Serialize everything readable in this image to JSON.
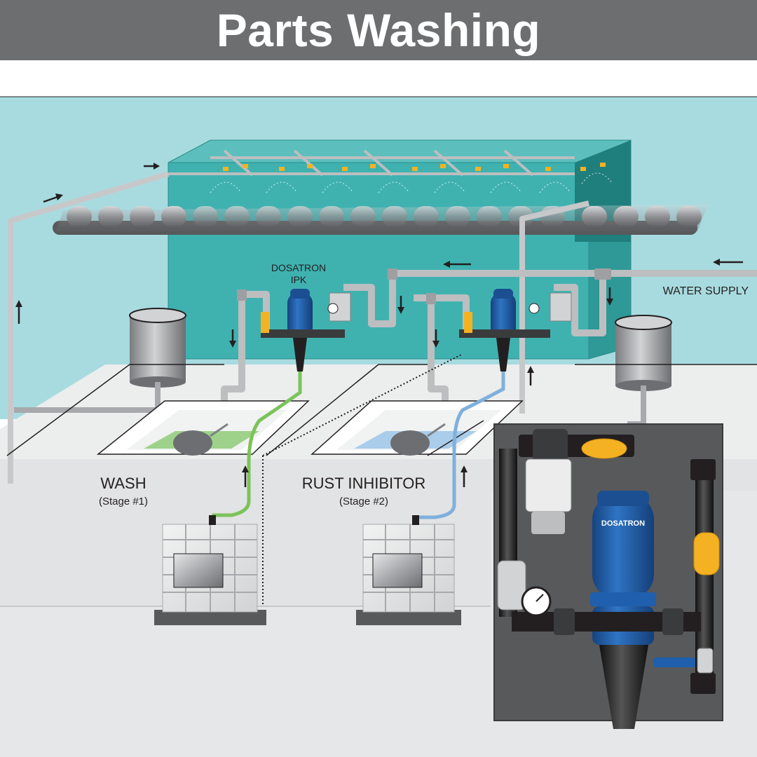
{
  "header": {
    "title": "Parts Washing"
  },
  "labels": {
    "dosatron": "DOSATRON",
    "ipk": "IPK",
    "water_supply": "WATER SUPPLY",
    "wash": "WASH",
    "wash_stage": "(Stage #1)",
    "rust": "RUST INHIBITOR",
    "rust_stage": "(Stage #2)"
  },
  "brand": {
    "logo_text": "DOSATRON"
  },
  "colors": {
    "wall": "#a8dbe0",
    "booth": "#3fb2b0",
    "floor": "#e6e7e8",
    "dosatron_blue": "#1f5fae",
    "pipe_grey": "#bcbec0",
    "wash_tube": "#7cc35a",
    "rust_tube": "#7fb0dd",
    "valve_yellow": "#f4b223",
    "panel": "#58595b"
  }
}
